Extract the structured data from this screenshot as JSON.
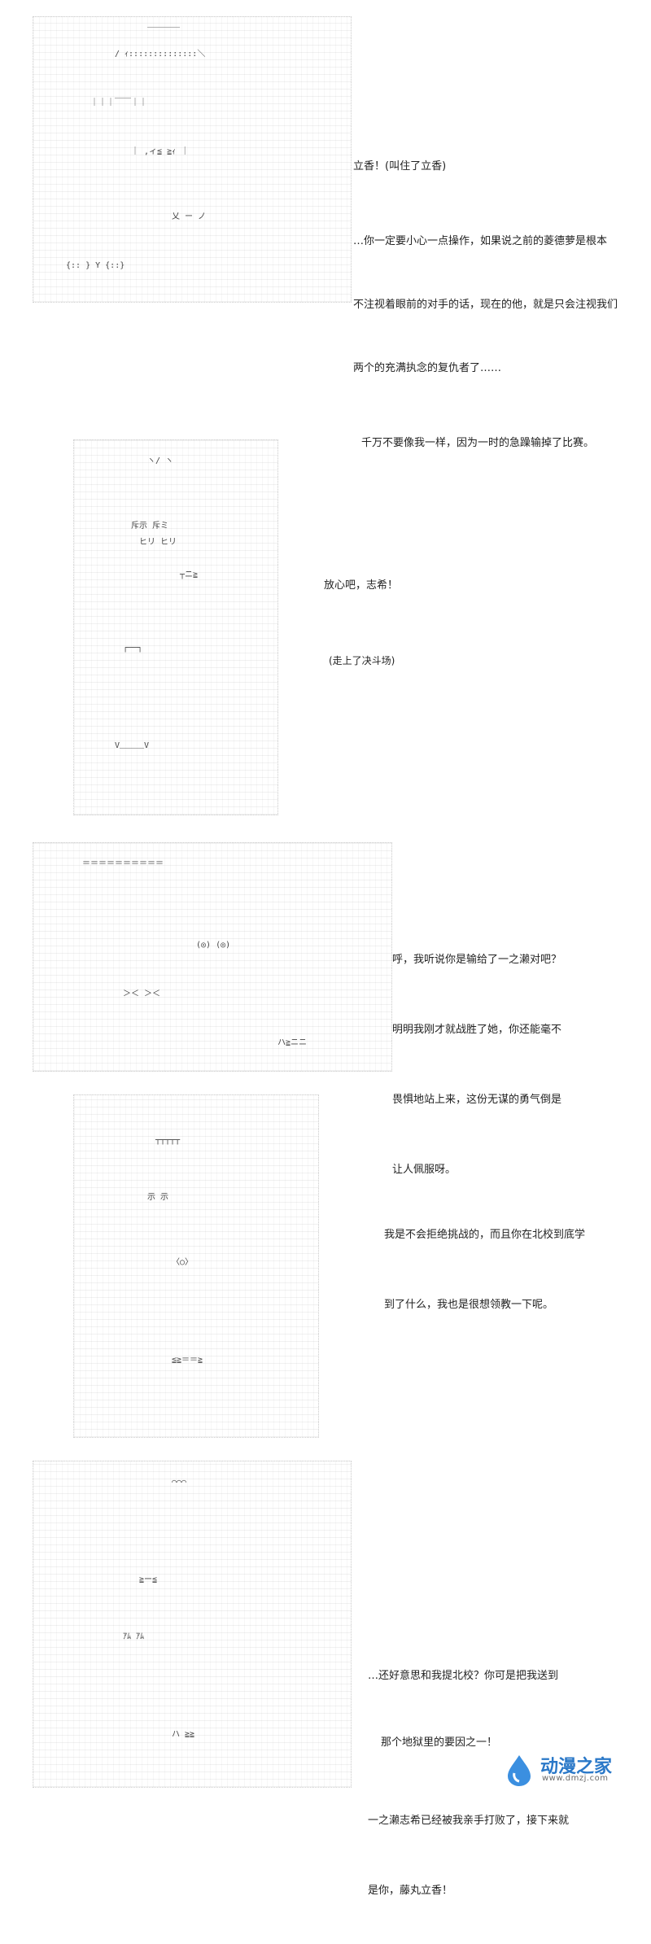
{
  "panels": [
    {
      "lines": [
        "立香！(叫住了立香)",
        "…你一定要小心一点操作，如果说之前的菱德萝是根本",
        "不注视着眼前的对手的话，现在的他，就是只会注视我们",
        "两个的充满执念的复仇者了……",
        "千万不要像我一样，因为一时的急躁输掉了比赛。"
      ]
    },
    {
      "lines": [
        "放心吧，志希！",
        "(走上了决斗场)"
      ]
    },
    {
      "lines": [
        "呼，我听说你是输给了一之濑对吧？",
        "明明我刚才就战胜了她，你还能毫不",
        "畏惧地站上来，这份无谋的勇气倒是",
        "让人佩服呀。"
      ]
    },
    {
      "lines": [
        "我是不会拒绝挑战的，而且你在北校到底学",
        "到了什么，我也是很想领教一下呢。"
      ]
    },
    {
      "lines": [
        "…还好意思和我提北校？你可是把我送到",
        "那个地狱里的要因之一！",
        "一之濑志希已经被我亲手打败了，接下来就",
        "是你，藤丸立香！"
      ]
    }
  ],
  "art_text": {
    "p1": [
      "＿＿＿＿",
      "/ ｨ::::::::::::::＼",
      "｜｜｜￣￣｜｜",
      "｜ ,ィ≦ ≧ｨ ｜",
      "乂 ー ノ",
      "{:: } Y {::}"
    ],
    "p2": [
      "ヽ/ ヽ",
      "斥示 斥ミ",
      "ヒリ ヒリ",
      "┬ニ≧",
      "┌──┐",
      "V＿＿＿V"
    ],
    "p3": [
      "＝＝＝＝＝＝＝＝＝＝",
      "(◎) (◎)",
      "＞＜ ＞＜",
      "ハ≧ニニ"
    ],
    "p4": [
      "┬┬┬┬┬",
      "示 示",
      "〈○〉",
      "≦≧＝＝≧"
    ],
    "p5": [
      "⌒⌒⌒",
      "≧ー≦",
      "ｱﾑ ｱﾑ",
      "ハ ≧≧"
    ]
  },
  "watermark": {
    "name": "动漫之家",
    "url": "www.dmzj.com"
  },
  "colors": {
    "background": "#ffffff",
    "text": "#222222",
    "art_line": "#555555",
    "logo_blue": "#2a78c8"
  }
}
